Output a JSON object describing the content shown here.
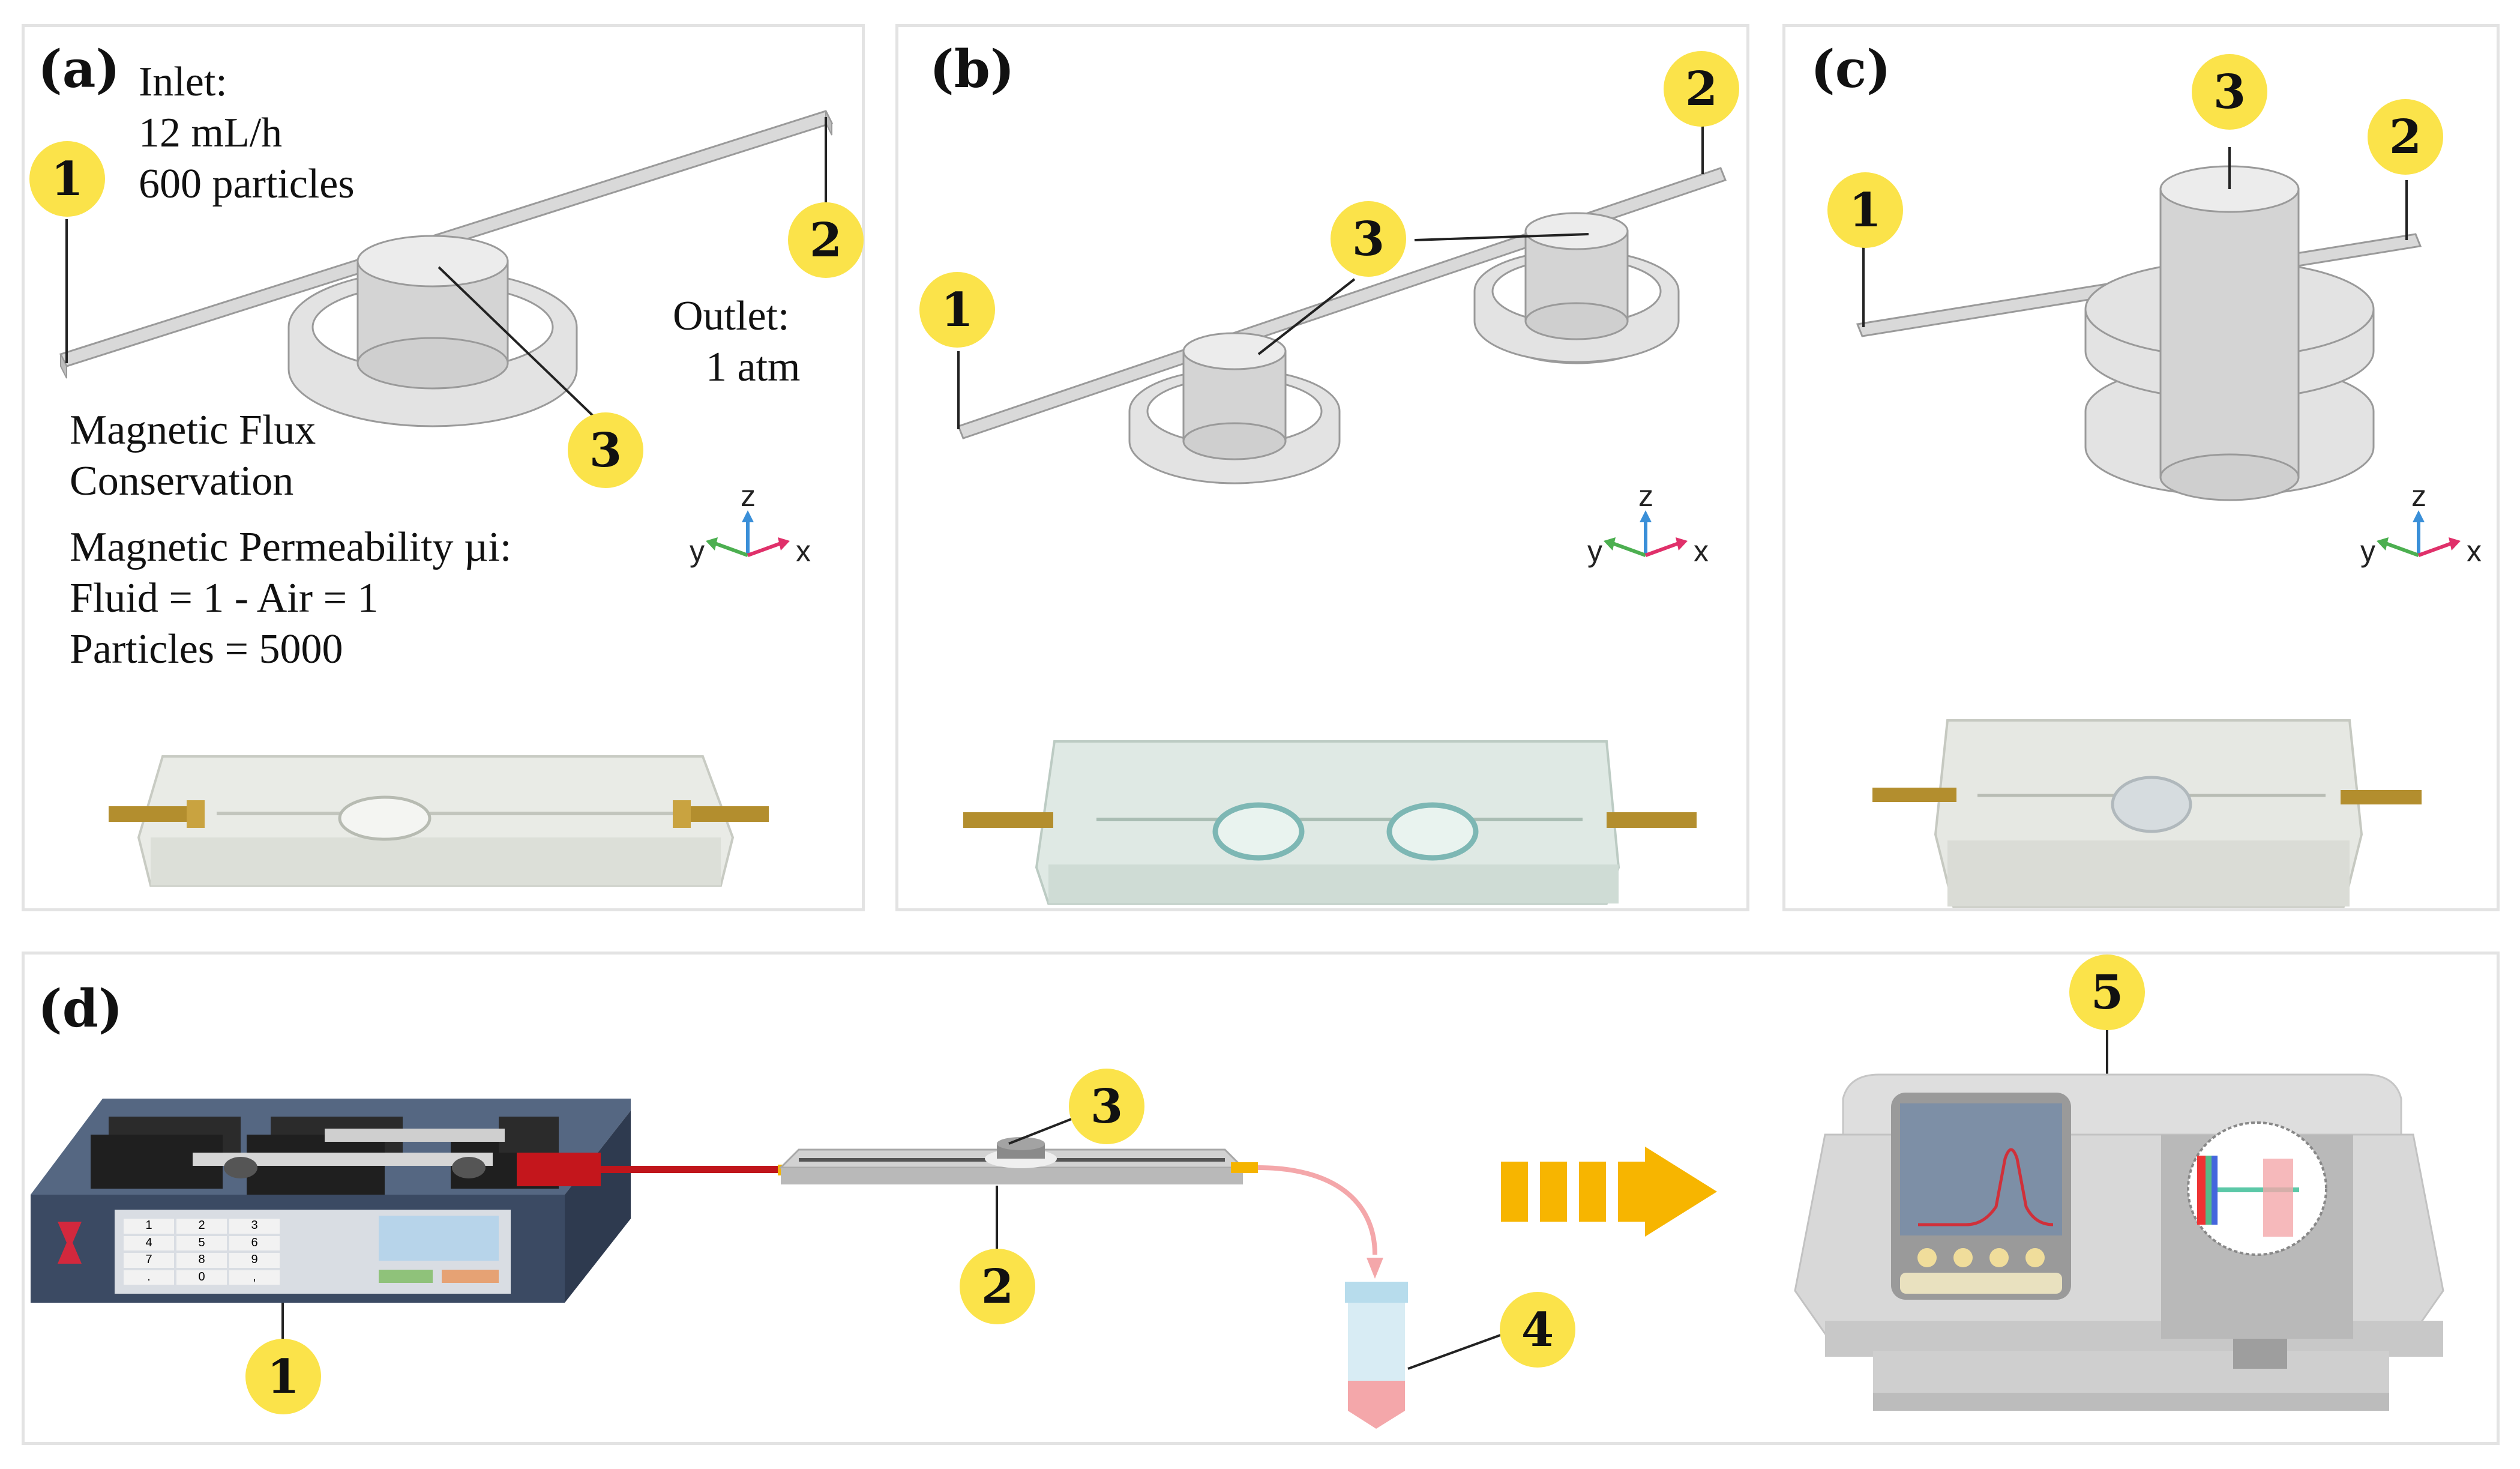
{
  "panels": {
    "a": {
      "label": "(a)",
      "inlet_title": "Inlet:",
      "inlet_flow": "12 mL/h",
      "inlet_particles": "600 particles",
      "outlet_title": "Outlet:",
      "outlet_value": "1 atm",
      "flux_line1": "Magnetic Flux",
      "flux_line2": "Conservation",
      "perm_title": "Magnetic Permeability µi:",
      "perm_fluid_air": "Fluid = 1 - Air = 1",
      "perm_particles": "Particles = 5000",
      "markers": [
        "1",
        "2",
        "3"
      ]
    },
    "b": {
      "label": "(b)",
      "markers": [
        "1",
        "2",
        "3"
      ]
    },
    "c": {
      "label": "(c)",
      "markers": [
        "1",
        "2",
        "3"
      ]
    },
    "d": {
      "label": "(d)",
      "markers": [
        "1",
        "2",
        "3",
        "4",
        "5"
      ]
    }
  },
  "axes": {
    "x": "x",
    "y": "y",
    "z": "z"
  },
  "keypad": [
    "1",
    "2",
    "3",
    "4",
    "5",
    "6",
    "7",
    "8",
    "9",
    ".",
    "0",
    ","
  ],
  "colors": {
    "badge": "#fbe34a",
    "tubing_red": "#c0151b",
    "connector_yellow": "#f5b400",
    "arrow_orange": "#f7b500",
    "pump_body": "#3b4a63",
    "sample_pink": "#f4a7aa",
    "spectrum_curve": "#d0303a",
    "axis_z": "#3a8fd8",
    "axis_y": "#4caf50",
    "axis_x": "#e0306a"
  }
}
